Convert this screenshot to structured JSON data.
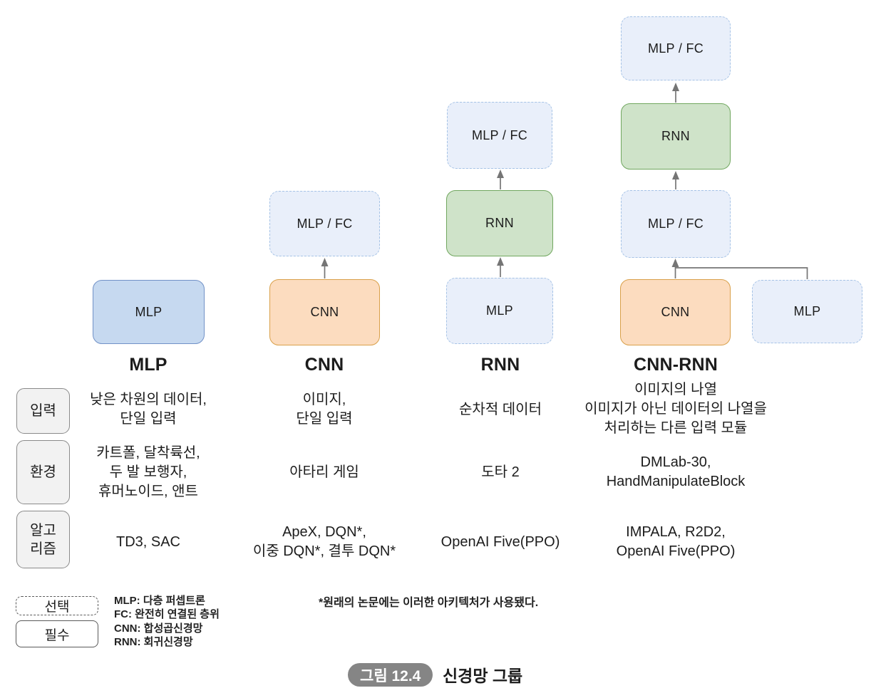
{
  "figure": {
    "nodes": [
      {
        "label": "MLP"
      },
      {
        "label": "CNN"
      },
      {
        "label": "MLP / FC"
      },
      {
        "label": "MLP"
      },
      {
        "label": "RNN"
      },
      {
        "label": "MLP / FC"
      },
      {
        "label": "CNN"
      },
      {
        "label": "MLP"
      },
      {
        "label": "MLP / FC"
      },
      {
        "label": "RNN"
      },
      {
        "label": "MLP / FC"
      }
    ],
    "columns": [
      {
        "title": "MLP",
        "input": "낮은 차원의 데이터,\n단일 입력",
        "env": "카트폴, 달착륙선,\n두 발 보행자,\n휴머노이드, 앤트",
        "algo": "TD3, SAC"
      },
      {
        "title": "CNN",
        "input": "이미지,\n단일 입력",
        "env": "아타리 게임",
        "algo": "ApeX, DQN*,\n이중 DQN*, 결투 DQN*"
      },
      {
        "title": "RNN",
        "input": "순차적 데이터",
        "env": "도타 2",
        "algo": "OpenAI Five(PPO)"
      },
      {
        "title": "CNN-RNN",
        "input": "이미지의 나열\n이미지가 아닌 데이터의 나열을\n처리하는 다른 입력 모듈",
        "env": "DMLab-30,\nHandManipulateBlock",
        "algo": "IMPALA, R2D2,\nOpenAI Five(PPO)"
      }
    ],
    "row_labels": {
      "input": "입력",
      "env": "환경",
      "algo": "알고\n리즘"
    },
    "legend": {
      "optional_label": "선택",
      "required_label": "필수",
      "defs_group1": "MLP: 다층 퍼셉트론\nFC: 완전히 연결된 층위",
      "defs_group2": "CNN: 합성곱신경망\nRNN: 회귀신경망",
      "footnote": "*원래의 논문에는 이러한 아키텍처가 사용됐다."
    },
    "caption": {
      "badge": "그림 12.4",
      "title": "신경망 그룹"
    },
    "colors": {
      "solid_blue_fill": "#c6d9f0",
      "solid_blue_border": "#7191c7",
      "solid_orange_fill": "#fcdcbf",
      "solid_orange_border": "#d9a04a",
      "solid_green_fill": "#cfe3c9",
      "solid_green_border": "#71a75f",
      "dashed_fill": "#e9effa",
      "dashed_border": "#a6c3e6",
      "row_label_fill": "#f2f2f2",
      "row_label_border": "#8a8a8a",
      "arrow": "#757575",
      "badge_bg": "#858585"
    }
  }
}
